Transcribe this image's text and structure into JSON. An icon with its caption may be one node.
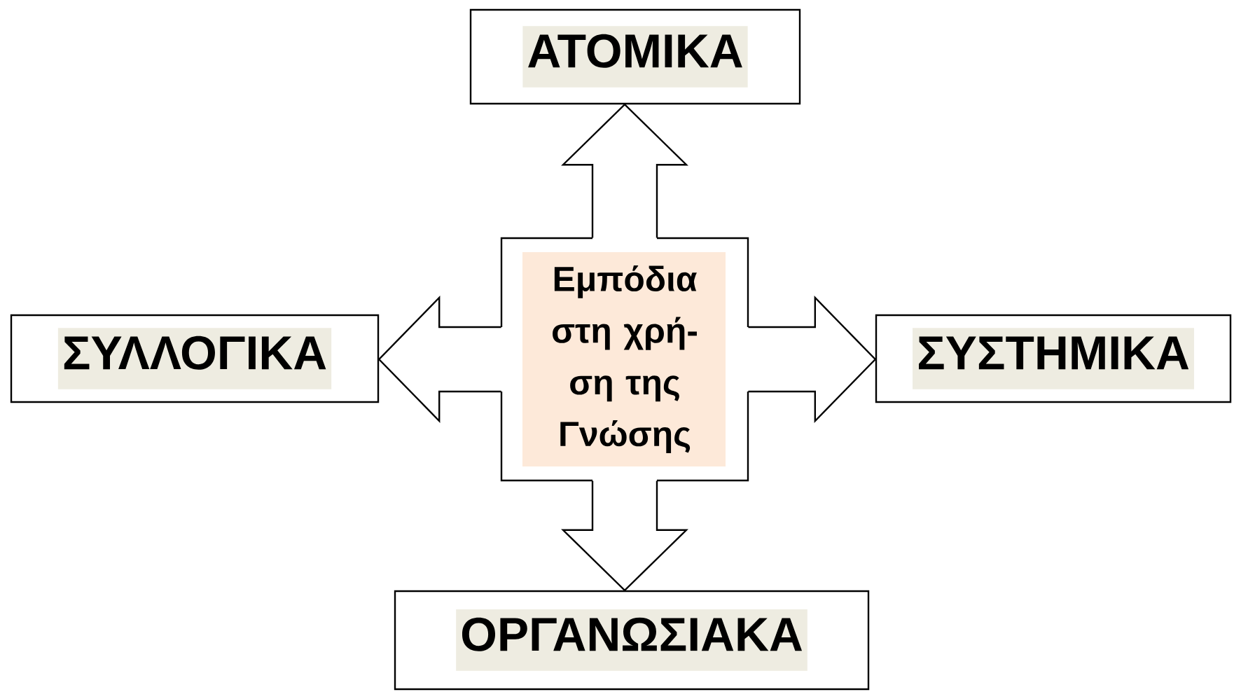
{
  "diagram": {
    "nodes": [
      {
        "text": [
          "ΑΤΟΜΙΚΑ"
        ]
      },
      {
        "text": [
          "ΣΥΛΛΟΓΙΚΑ"
        ]
      },
      {
        "text": [
          "Εμπόδια στη χρή- ση της Γνώσης"
        ]
      },
      {
        "text": [
          "ΣΥΣΤΗΜΙΚΑ"
        ]
      },
      {
        "text": [
          "ΟΡΓΑΝΩΣΙΑΚΑ"
        ]
      }
    ],
    "edges": [
      {
        "from": 2,
        "to": 0,
        "arrow": "to"
      },
      {
        "from": 2,
        "to": 1,
        "arrow": "to"
      },
      {
        "from": 2,
        "to": 3,
        "arrow": "to"
      },
      {
        "from": 2,
        "to": 4,
        "arrow": "to"
      }
    ]
  }
}
